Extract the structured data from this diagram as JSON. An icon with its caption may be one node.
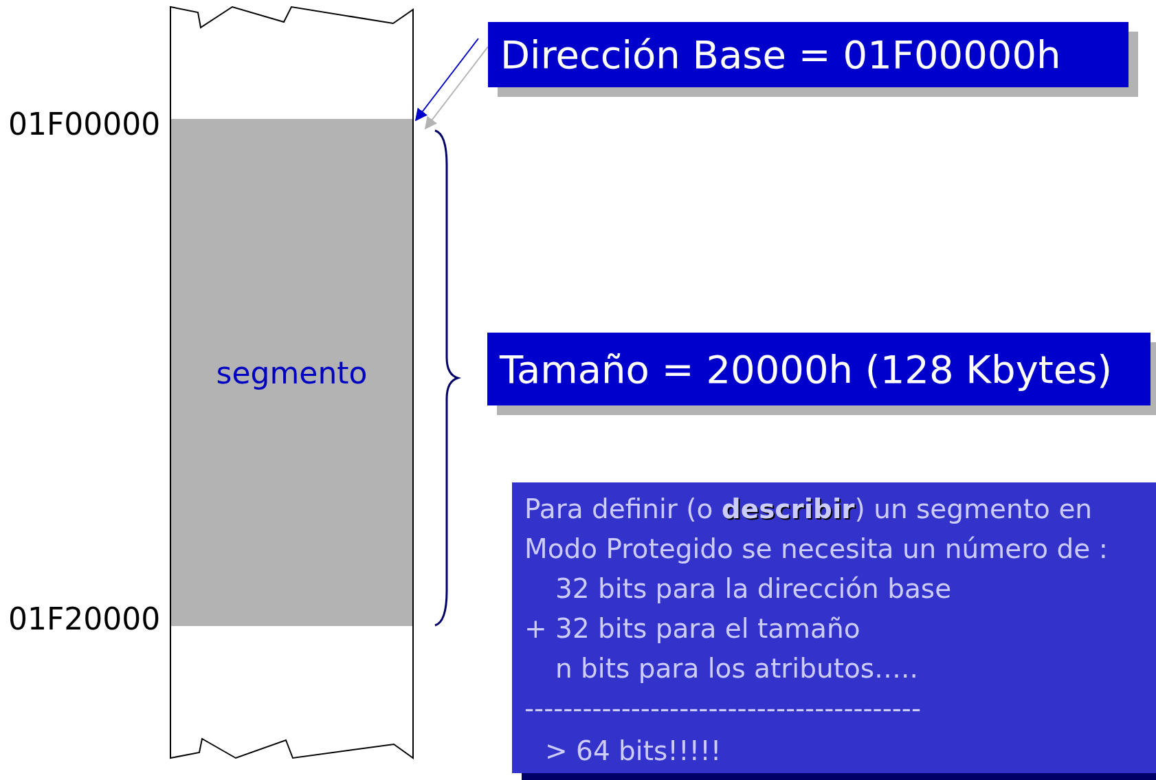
{
  "diagram": {
    "nodes": [
      {
        "text": [],
        "shape": "box"
      },
      {
        "text": [
          "segmento"
        ],
        "in": 0
      },
      {
        "text": [
          "Dirección Base = 01F00000h"
        ]
      },
      {
        "text": [
          "Tamaño = 20000h (128 Kbytes)"
        ]
      },
      {
        "text": [
          "Para definir (o **describir**) un segmento en Modo Protegido se necesita un número de :",
          "32 bits para la dirección base",
          "+ 32 bits para el tamaño",
          "n bits para los atributos…..",
          "-----------------------------------------",
          "> 64 bits!!!!!"
        ]
      }
    ],
    "edges": [
      {
        "from": 2,
        "to": 1,
        "arrow": "to"
      }
    ],
    "labels": [
      "01F00000",
      "01F20000"
    ]
  }
}
